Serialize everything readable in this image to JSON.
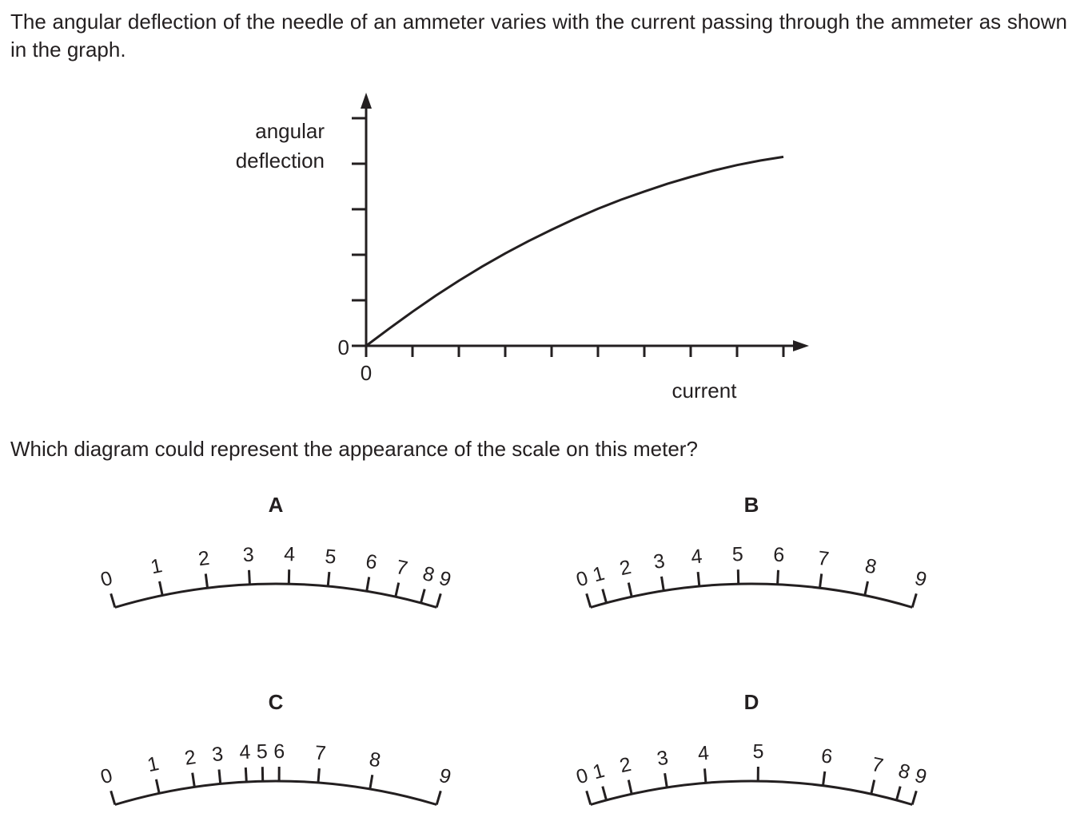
{
  "question": {
    "intro": "The angular deflection of the needle of an ammeter varies with the current passing through the ammeter as shown in the graph.",
    "prompt": "Which diagram could represent the appearance of the scale on this meter?"
  },
  "chart_data": {
    "type": "line",
    "title": "",
    "xlabel": "current",
    "ylabel": "angular deflection",
    "x_ticks_count": 9,
    "y_ticks_count": 5,
    "x_origin_label": "0",
    "y_origin_label": "0",
    "series": [
      {
        "x": [
          0,
          0.5,
          1,
          1.5,
          2,
          2.5,
          3,
          3.5,
          4,
          4.5,
          5,
          5.5,
          6,
          6.5,
          7,
          7.5,
          8,
          8.5,
          9
        ],
        "y": [
          0,
          0.38,
          0.75,
          1.1,
          1.43,
          1.74,
          2.03,
          2.3,
          2.55,
          2.79,
          3.01,
          3.21,
          3.39,
          3.56,
          3.71,
          3.85,
          3.97,
          4.07,
          4.15
        ]
      }
    ],
    "xlim": [
      0,
      9.5
    ],
    "ylim": [
      0,
      5
    ]
  },
  "options": [
    {
      "letter": "A",
      "labels": [
        "0",
        "1",
        "2",
        "3",
        "4",
        "5",
        "6",
        "7",
        "8",
        "9"
      ],
      "positions": [
        0,
        0.15,
        0.29,
        0.42,
        0.54,
        0.66,
        0.78,
        0.87,
        0.95,
        1.0
      ]
    },
    {
      "letter": "B",
      "labels": [
        "0",
        "1",
        "2",
        "3",
        "4",
        "5",
        "6",
        "7",
        "8",
        "9"
      ],
      "positions": [
        0,
        0.05,
        0.13,
        0.23,
        0.34,
        0.46,
        0.58,
        0.71,
        0.85,
        1.0
      ]
    },
    {
      "letter": "C",
      "labels": [
        "0",
        "1",
        "2",
        "3",
        "4",
        "5",
        "6",
        "7",
        "8",
        "9"
      ],
      "positions": [
        0,
        0.14,
        0.25,
        0.33,
        0.41,
        0.46,
        0.51,
        0.63,
        0.79,
        1.0
      ]
    },
    {
      "letter": "D",
      "labels": [
        "0",
        "1",
        "2",
        "3",
        "4",
        "5",
        "6",
        "7",
        "8",
        "9"
      ],
      "positions": [
        0,
        0.05,
        0.13,
        0.24,
        0.36,
        0.52,
        0.72,
        0.87,
        0.95,
        1.0
      ]
    }
  ]
}
